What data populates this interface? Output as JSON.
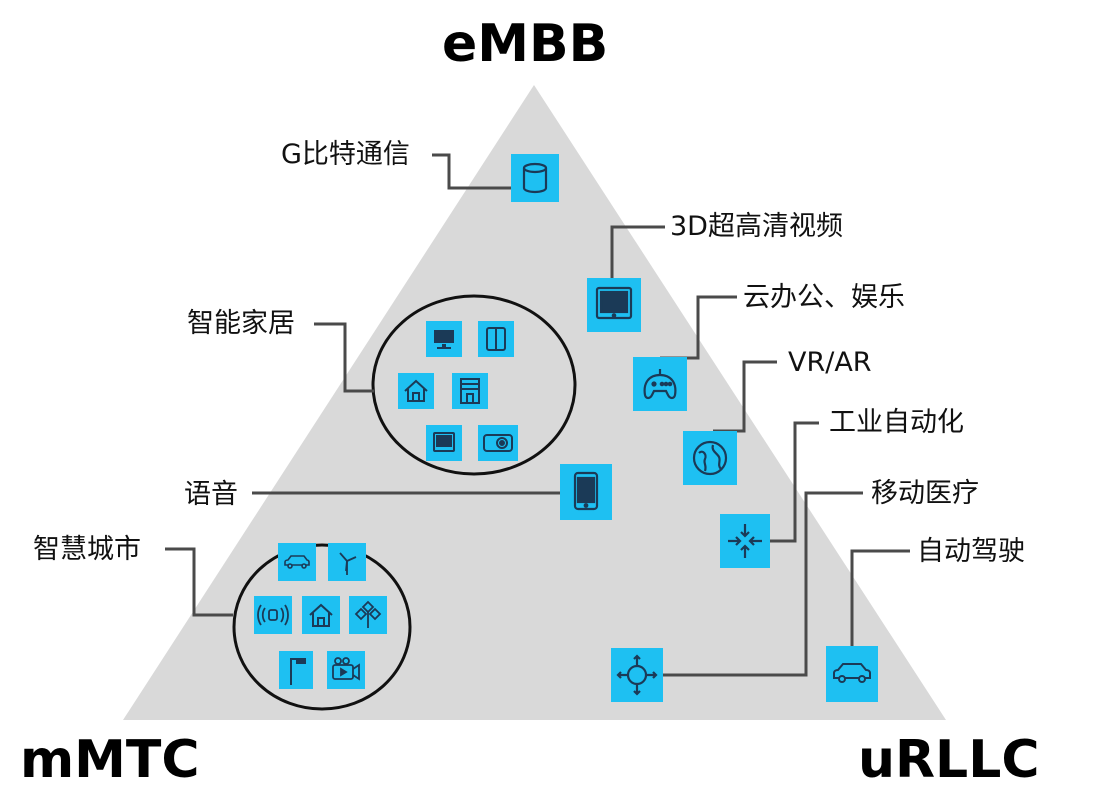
{
  "corners": {
    "top": "eMBB",
    "left": "mMTC",
    "right": "uRLLC"
  },
  "labels": {
    "gbit": "G比特通信",
    "video3d": "3D超高清视频",
    "office": "云办公、娱乐",
    "vrar": "VR/AR",
    "industry": "工业自动化",
    "medical": "移动医疗",
    "autodrive": "自动驾驶",
    "smarthome": "智能家居",
    "voice": "语音",
    "smartcity": "智慧城市"
  },
  "colors": {
    "triangle": "#d9d9d9",
    "tile": "#1ec0f2",
    "line": "#4a4a4a",
    "glyph": "#1b3a57"
  },
  "icons": {
    "gbit": "cylinder-icon",
    "video3d": "tablet-icon",
    "office": "gamepad-icon",
    "vrar": "globe-icon",
    "industry": "arrows-in-icon",
    "medical": "crosshair-icon",
    "autodrive": "car-icon",
    "voice": "phone-icon"
  }
}
